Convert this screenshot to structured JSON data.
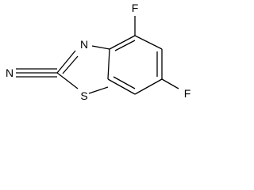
{
  "molecule": {
    "atoms": {
      "nitrile_n": "N",
      "ring_n": "N",
      "ring_s": "S",
      "fluorine_top": "F",
      "fluorine_bottom": "F"
    }
  }
}
